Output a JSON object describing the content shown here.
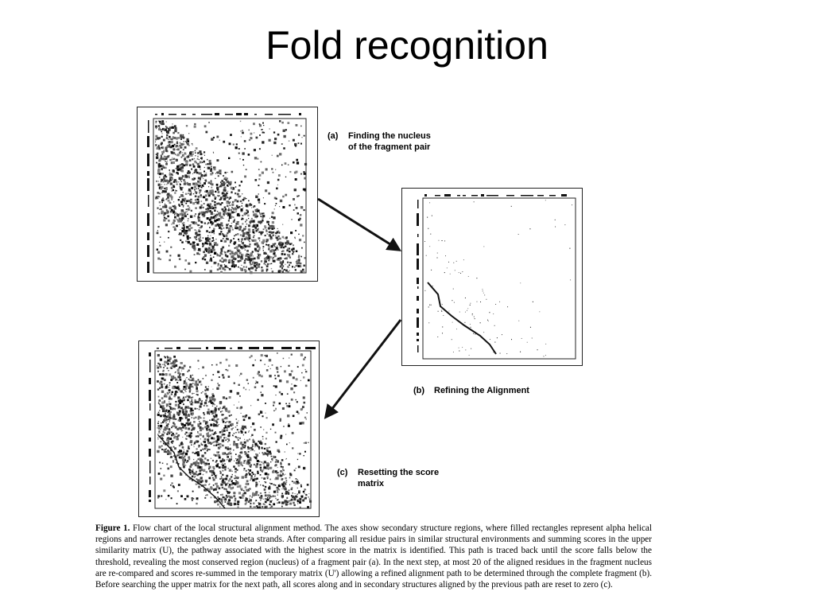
{
  "slide": {
    "title": "Fold recognition"
  },
  "panels": {
    "a": {
      "tag": "(a)",
      "line1": "Finding the nucleus",
      "line2": "of the fragment pair"
    },
    "b": {
      "tag": "(b)",
      "line1": "Refining the Alignment"
    },
    "c": {
      "tag": "(c)",
      "line1": "Resetting the score",
      "line2": "matrix"
    }
  },
  "caption": {
    "figure_label": "Figure 1.",
    "text": "Flow chart of the local structural alignment method. The axes show secondary structure regions, where filled rectangles represent alpha helical regions and narrower rectangles denote beta strands. After comparing all residue pairs in similar structural environments and summing scores in the upper similarity matrix (U), the pathway associated with the highest score in the matrix is identified. This path is traced back until the score falls below the threshold, revealing the most conserved region (nucleus) of a fragment pair (a). In the next step, at most 20 of the aligned residues in the fragment nucleus are re-compared and scores re-summed in the temporary matrix (U') allowing a refined alignment path to be determined through the complete fragment (b). Before searching the upper matrix for the next path, all scores along and in secondary structures aligned by the previous path are reset to zero (c)."
  }
}
